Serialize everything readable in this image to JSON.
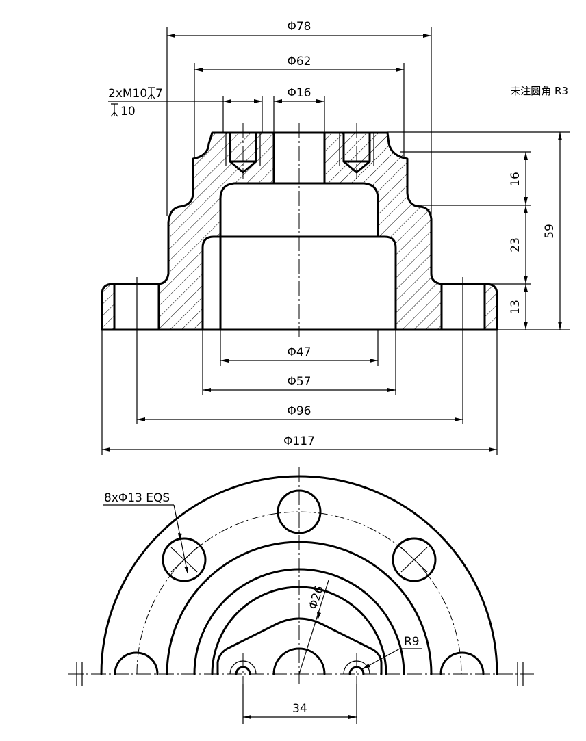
{
  "labels": {
    "d78": "Φ78",
    "d62": "Φ62",
    "d16": "Φ16",
    "thread_line1": "2xM10",
    "thread_depth1": "7",
    "thread_depth2": "10",
    "fillet_note": "未注圆角 R3",
    "h16": "16",
    "h23": "23",
    "h13": "13",
    "h59": "59",
    "d47": "Φ47",
    "d57": "Φ57",
    "d96": "Φ96",
    "d117": "Φ117",
    "holes": "8xΦ13 EQS",
    "d26": "Φ26",
    "r9": "R9",
    "w34": "34"
  }
}
